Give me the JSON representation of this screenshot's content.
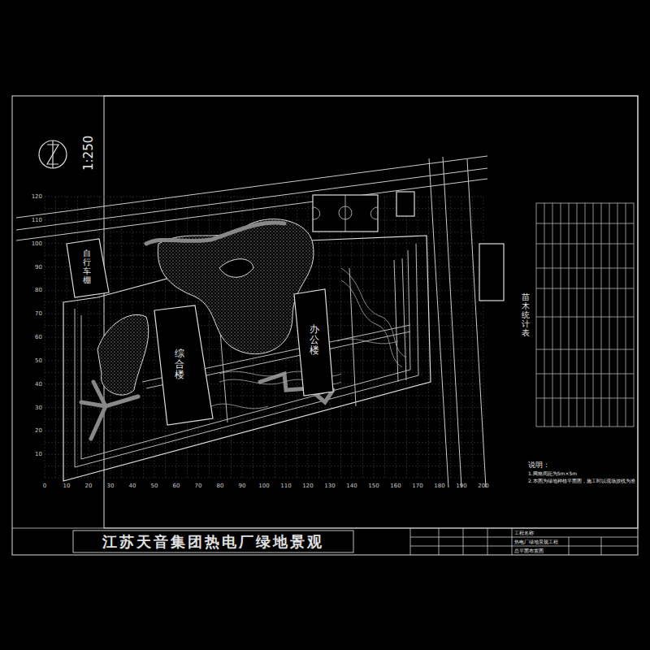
{
  "diagram": {
    "title": "江苏天音集团热电厂绿地景观",
    "nodes": [
      {
        "text": [
          "自行车棚"
        ]
      },
      {
        "text": [
          "综合楼"
        ]
      },
      {
        "text": [
          "办公楼"
        ]
      }
    ],
    "labels": [
      "1:250",
      "0",
      "10",
      "20",
      "30",
      "40",
      "50",
      "60",
      "70",
      "80",
      "90",
      "100",
      "110",
      "120",
      "130",
      "140",
      "150",
      "160",
      "170",
      "180",
      "190",
      "200",
      "10",
      "20",
      "30",
      "40",
      "50",
      "60",
      "70",
      "80",
      "90",
      "100",
      "110",
      "120",
      "苗木统计表",
      "说明：",
      "1.网格间距为5m×5m",
      "2.本图为绿地种植平面图，施工时以现场放线为准",
      "工程名称",
      "热电厂绿地景观工程",
      "总平面布置图"
    ]
  }
}
